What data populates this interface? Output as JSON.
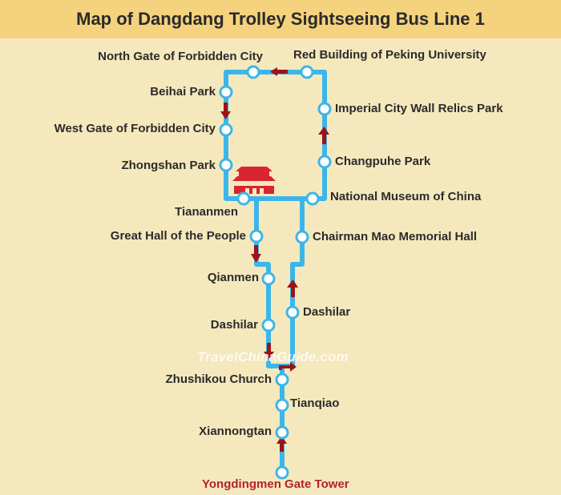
{
  "title": "Map of Dangdang Trolley Sightseeing Bus Line 1",
  "watermark": "TravelChinaGuide.com",
  "colors": {
    "route": "#3cb6ea",
    "arrow": "#9c1318",
    "terminal_label": "#b3232b",
    "header": "#f4d27e",
    "background": "#f6e8bd"
  },
  "landmark_icon": "tiananmen-gate-icon",
  "stations": {
    "north_gate": "North Gate of Forbidden City",
    "red_building": "Red Building of Peking University",
    "beihai": "Beihai Park",
    "imperial_wall": "Imperial City Wall Relics Park",
    "west_gate": "West Gate of Forbidden City",
    "zhongshan": "Zhongshan Park",
    "changpuhe": "Changpuhe Park",
    "tiananmen": "Tiananmen",
    "national_museum": "National Museum of China",
    "great_hall": "Great Hall of the People",
    "mao_memorial": "Chairman Mao Memorial Hall",
    "qianmen": "Qianmen",
    "dashilar_east": "Dashilar",
    "dashilar_west": "Dashilar",
    "zhushikou": "Zhushikou Church",
    "tianqiao": "Tianqiao",
    "xiannongtan": "Xiannongtan",
    "yongdingmen": "Yongdingmen Gate Tower"
  }
}
